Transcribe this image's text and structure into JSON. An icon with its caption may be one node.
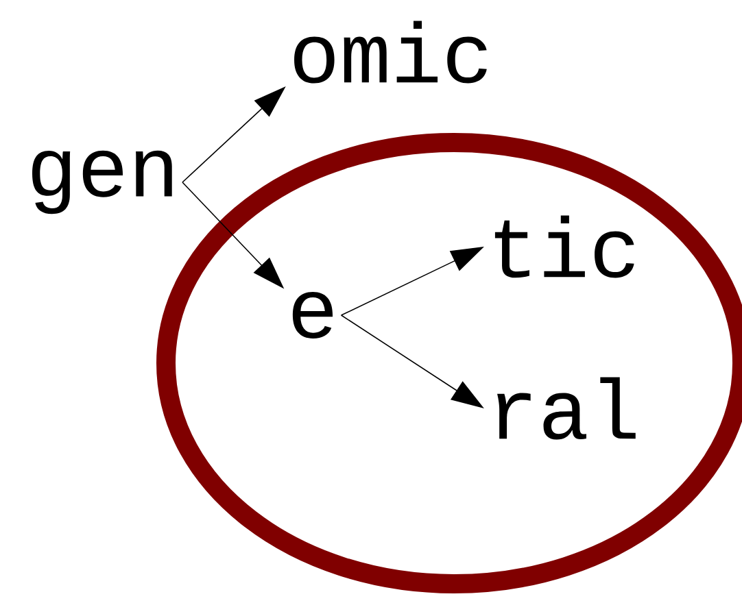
{
  "diagram": {
    "nodes": [
      {
        "text": [
          "gen"
        ]
      },
      {
        "text": [
          "omic"
        ]
      },
      {
        "text": [],
        "shape": "circle"
      },
      {
        "text": [
          "e"
        ],
        "in": 2
      },
      {
        "text": [
          "tic"
        ],
        "in": 2
      },
      {
        "text": [
          "ral"
        ],
        "in": 2
      }
    ],
    "edges": [
      {
        "from": 0,
        "to": 1,
        "arrow": "to"
      },
      {
        "from": 0,
        "to": 3,
        "arrow": "to"
      },
      {
        "from": 3,
        "to": 4,
        "arrow": "to"
      },
      {
        "from": 3,
        "to": 5,
        "arrow": "to"
      }
    ]
  }
}
